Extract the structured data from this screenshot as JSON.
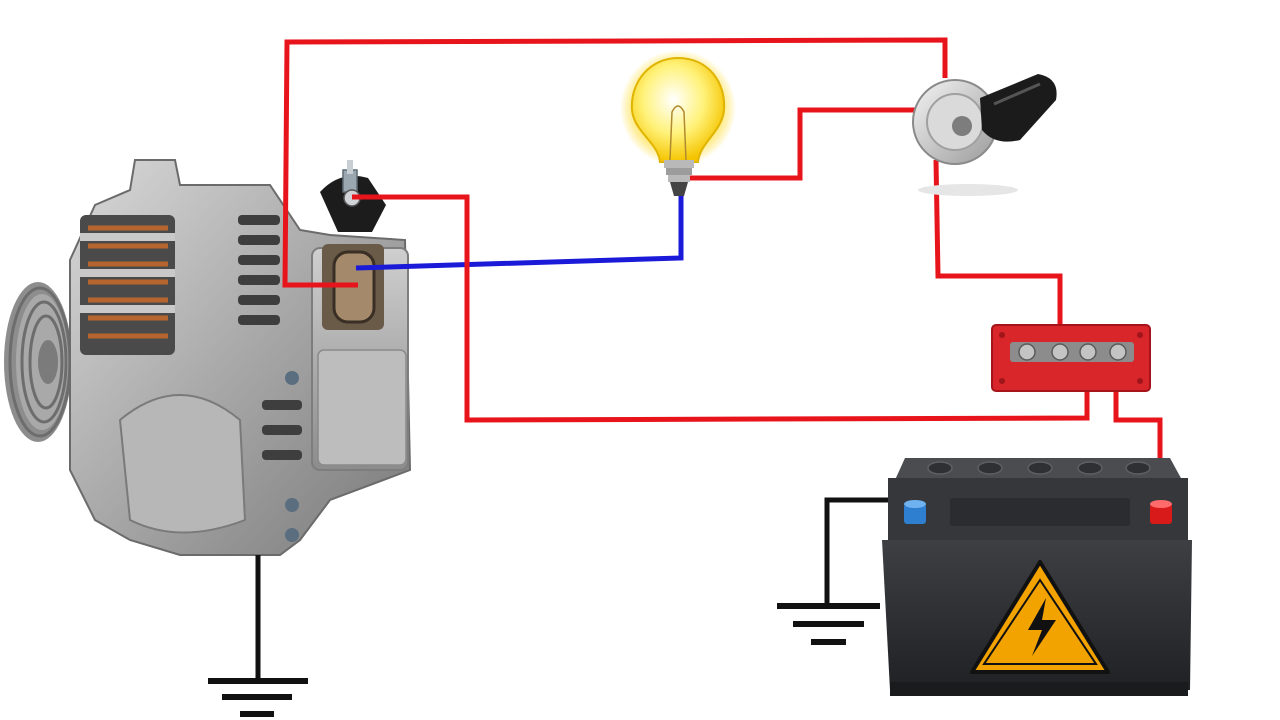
{
  "diagram": {
    "wire_colors": {
      "positive": "#e8141c",
      "indicator": "#1a1ad8",
      "ground": "#111111"
    },
    "components": [
      {
        "id": "alternator",
        "icon": "alternator-icon"
      },
      {
        "id": "alternator-b-terminal",
        "icon": "terminal-stud-icon"
      },
      {
        "id": "alternator-plug",
        "icon": "connector-plug-icon"
      },
      {
        "id": "warning-lamp",
        "icon": "light-bulb-icon"
      },
      {
        "id": "ignition-switch",
        "icon": "ignition-key-icon"
      },
      {
        "id": "fuse-bus-bar",
        "icon": "bus-bar-icon"
      },
      {
        "id": "battery",
        "icon": "battery-icon"
      },
      {
        "id": "battery-warning-sign",
        "icon": "high-voltage-warning-icon"
      },
      {
        "id": "alternator-ground",
        "icon": "ground-symbol-icon"
      },
      {
        "id": "battery-ground",
        "icon": "ground-symbol-icon"
      }
    ],
    "connections": [
      {
        "from": "alternator-plug",
        "to": "ignition-switch",
        "color": "positive"
      },
      {
        "from": "alternator-plug",
        "to": "warning-lamp",
        "color": "indicator"
      },
      {
        "from": "warning-lamp",
        "to": "ignition-switch",
        "color": "positive"
      },
      {
        "from": "ignition-switch",
        "to": "fuse-bus-bar",
        "color": "positive"
      },
      {
        "from": "alternator-b-terminal",
        "to": "fuse-bus-bar",
        "color": "positive"
      },
      {
        "from": "fuse-bus-bar",
        "to": "battery",
        "color": "positive"
      },
      {
        "from": "battery",
        "to": "battery-ground",
        "color": "ground"
      },
      {
        "from": "alternator",
        "to": "alternator-ground",
        "color": "ground"
      }
    ]
  }
}
